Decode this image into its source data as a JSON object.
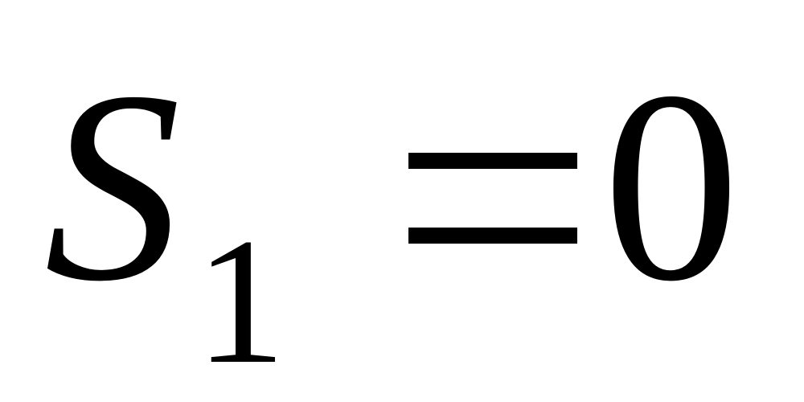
{
  "equation": {
    "variable": "S",
    "subscript": "1",
    "operator": "=",
    "value": "0"
  }
}
